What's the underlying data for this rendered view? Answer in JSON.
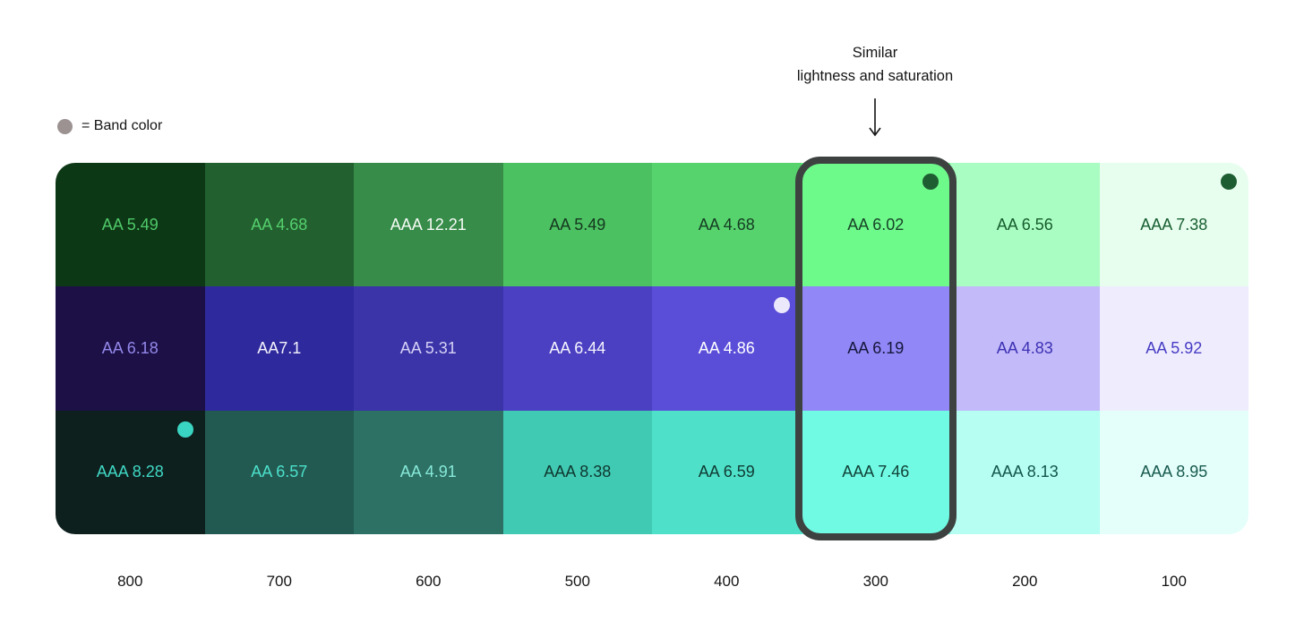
{
  "legend": {
    "dot_color": "#9b9291",
    "label": "= Band color"
  },
  "annotation": {
    "line1": "Similar",
    "line2": "lightness and saturation"
  },
  "icons": {
    "legend_dot": "filled-circle",
    "band_color_dot": "filled-circle",
    "arrow": "down-arrow"
  },
  "highlight": {
    "column": "300",
    "border_color": "#3d4240"
  },
  "columns": [
    "800",
    "700",
    "600",
    "500",
    "400",
    "300",
    "200",
    "100"
  ],
  "bands": [
    {
      "band": "green",
      "cells": [
        {
          "column": "800",
          "label": "AA 5.49",
          "bg": "#0d3815",
          "fg": "#4fc96a"
        },
        {
          "column": "700",
          "label": "AA 4.68",
          "bg": "#22602f",
          "fg": "#55d06e"
        },
        {
          "column": "600",
          "label": "AAA 12.21",
          "bg": "#378c49",
          "fg": "#f5fbf5"
        },
        {
          "column": "500",
          "label": "AA 5.49",
          "bg": "#4cc162",
          "fg": "#14381e"
        },
        {
          "column": "400",
          "label": "AA 4.68",
          "bg": "#57d36e",
          "fg": "#153c22"
        },
        {
          "column": "300",
          "label": "AA 6.02",
          "bg": "#6ef98b",
          "fg": "#174427",
          "dot": "#1e5c31"
        },
        {
          "column": "200",
          "label": "AA 6.56",
          "bg": "#a9fdc2",
          "fg": "#165c2d"
        },
        {
          "column": "100",
          "label": "AAA 7.38",
          "bg": "#e7feef",
          "fg": "#185e31",
          "dot": "#1e5c31"
        }
      ]
    },
    {
      "band": "purple",
      "cells": [
        {
          "column": "800",
          "label": "AA 6.18",
          "bg": "#1c1047",
          "fg": "#9488ea"
        },
        {
          "column": "700",
          "label": "AA7.1",
          "bg": "#2e2a9d",
          "fg": "#f4f3fc"
        },
        {
          "column": "600",
          "label": "AA 5.31",
          "bg": "#3b34a8",
          "fg": "#d6d2f6"
        },
        {
          "column": "500",
          "label": "AA 6.44",
          "bg": "#4b40c2",
          "fg": "#f6f5fd"
        },
        {
          "column": "400",
          "label": "AA 4.86",
          "bg": "#5a4ed9",
          "fg": "#ffffff",
          "dot": "#ebe8fb"
        },
        {
          "column": "300",
          "label": "AA 6.19",
          "bg": "#9187f6",
          "fg": "#16163a"
        },
        {
          "column": "200",
          "label": "AA 4.83",
          "bg": "#c3baf9",
          "fg": "#3c31b4"
        },
        {
          "column": "100",
          "label": "AA 5.92",
          "bg": "#efedfd",
          "fg": "#473cc4"
        }
      ]
    },
    {
      "band": "teal",
      "cells": [
        {
          "column": "800",
          "label": "AAA 8.28",
          "bg": "#0e201e",
          "fg": "#3fd8c5",
          "dot": "#3ad4c2"
        },
        {
          "column": "700",
          "label": "AA 6.57",
          "bg": "#225a51",
          "fg": "#4ce0cb"
        },
        {
          "column": "600",
          "label": "AA 4.91",
          "bg": "#2d7064",
          "fg": "#87e9d9"
        },
        {
          "column": "500",
          "label": "AAA 8.38",
          "bg": "#41cab3",
          "fg": "#0e372f"
        },
        {
          "column": "400",
          "label": "AA 6.59",
          "bg": "#4fe0c9",
          "fg": "#0f3b33"
        },
        {
          "column": "300",
          "label": "AAA 7.46",
          "bg": "#70fae4",
          "fg": "#114238"
        },
        {
          "column": "200",
          "label": "AAA 8.13",
          "bg": "#b6fdf2",
          "fg": "#14574b"
        },
        {
          "column": "100",
          "label": "AAA 8.95",
          "bg": "#e4fef9",
          "fg": "#175a4f"
        }
      ]
    }
  ]
}
